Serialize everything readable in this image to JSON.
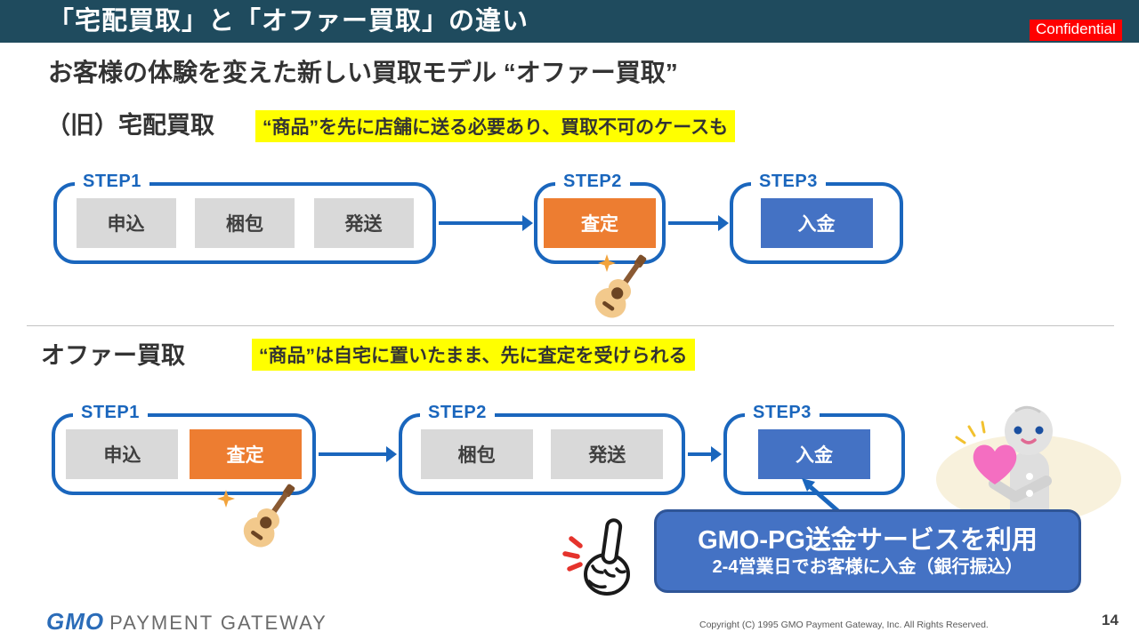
{
  "header": {
    "title": "「宅配買取」と「オファー買取」の違い",
    "confidential": "Confidential"
  },
  "subtitle": "お客様の体験を変えた新しい買取モデル “オファー買取”",
  "sections": [
    {
      "label": "（旧）宅配買取",
      "highlight": "“商品”を先に店舗に送る必要あり、買取不可のケースも",
      "steps": [
        {
          "label": "STEP1",
          "boxes": [
            "申込",
            "梱包",
            "発送"
          ]
        },
        {
          "label": "STEP2",
          "boxes": [
            "査定"
          ]
        },
        {
          "label": "STEP3",
          "boxes": [
            "入金"
          ]
        }
      ]
    },
    {
      "label": "オファー買取",
      "highlight": "“商品”は自宅に置いたまま、先に査定を受けられる",
      "steps": [
        {
          "label": "STEP1",
          "boxes": [
            "申込",
            "査定"
          ]
        },
        {
          "label": "STEP2",
          "boxes": [
            "梱包",
            "発送"
          ]
        },
        {
          "label": "STEP3",
          "boxes": [
            "入金"
          ]
        }
      ]
    }
  ],
  "callout": {
    "line1": "GMO-PG送金サービスを利用",
    "line2": "2-4営業日でお客様に入金（銀行振込）"
  },
  "icons": {
    "guitar": "guitar-icon",
    "pointing_hand": "pointing-hand-icon",
    "person_heart": "person-heart-illustration",
    "sparkle": "sparkle-icon"
  },
  "colors": {
    "header_bg": "#1f4b5e",
    "accent_blue": "#1a66bd",
    "box_orange": "#ed7d31",
    "box_blue": "#4472c4",
    "box_gray": "#d9d9d9",
    "highlight_yellow": "#ffff00",
    "confidential_red": "#ff0000",
    "callout_bg": "#4472c4"
  },
  "footer": {
    "logo_gmo": "GMO",
    "logo_rest": "PAYMENT GATEWAY",
    "copyright": "Copyright (C) 1995 GMO Payment Gateway, Inc. All Rights Reserved.",
    "page_number": "14"
  }
}
